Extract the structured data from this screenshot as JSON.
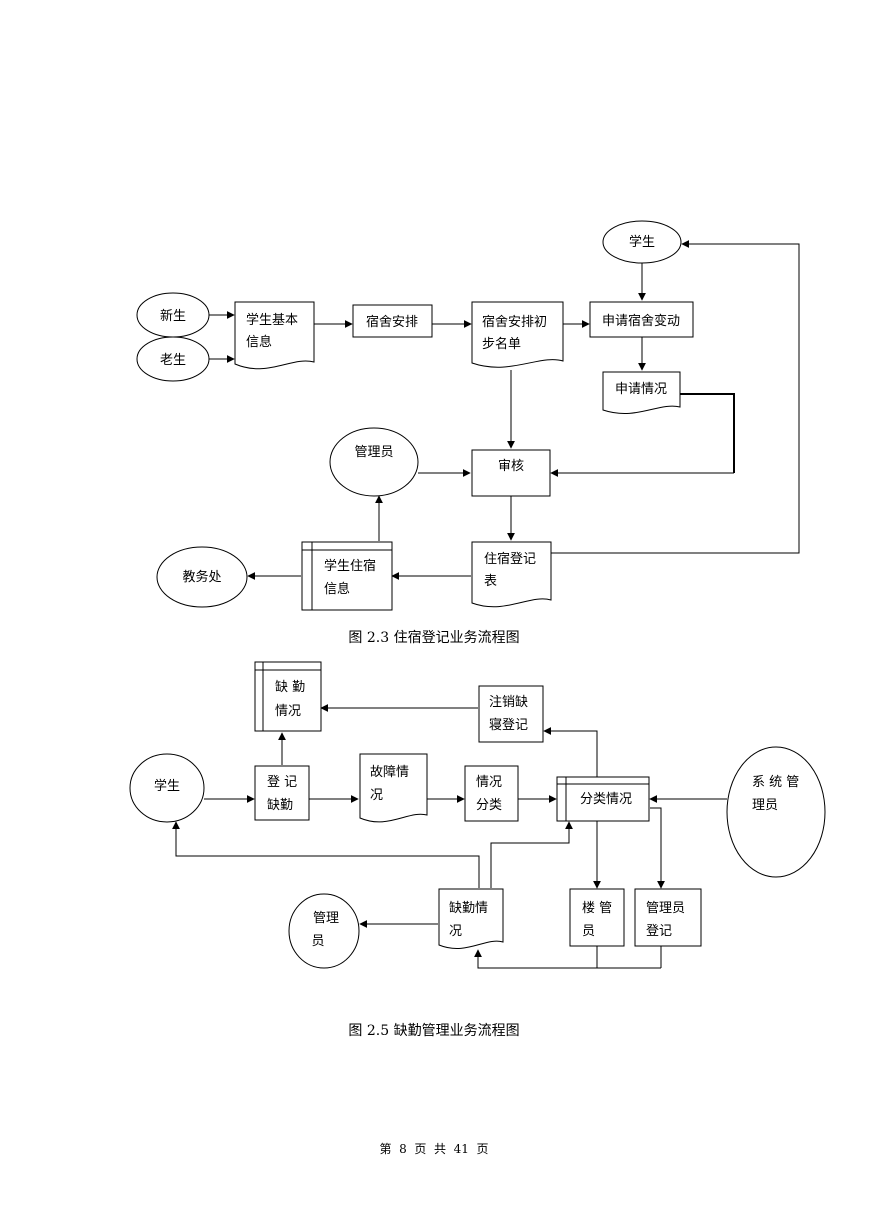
{
  "figure1": {
    "caption": "图 2.3 住宿登记业务流程图",
    "nodes": {
      "student_top": "学生",
      "new_student": "新生",
      "old_student": "老生",
      "student_info": [
        "学生基本",
        "信息"
      ],
      "dorm_arrange": "宿舍安排",
      "dorm_prelist": [
        "宿舍安排初",
        "步名单"
      ],
      "apply_change": "申请宿舍变动",
      "apply_status": "申请情况",
      "admin": "管理员",
      "review": "审核",
      "stay_register": [
        "住宿登记",
        "表"
      ],
      "student_stay_info": [
        "学生住宿",
        "信息"
      ],
      "academic_office": "教务处"
    }
  },
  "figure2": {
    "caption": "图 2.5 缺勤管理业务流程图",
    "nodes": {
      "absence_status_store": [
        "缺  勤",
        "情况"
      ],
      "cancel_absence": [
        "注销缺",
        "寝登记"
      ],
      "student": "学生",
      "register_absence": [
        "登  记",
        "缺勤"
      ],
      "fault_status": [
        "故障情",
        "况"
      ],
      "classify": [
        "情况",
        "分类"
      ],
      "classified_status": "分类情况",
      "sys_admin": [
        "系 统 管",
        "理员"
      ],
      "admin": [
        "管理",
        "员"
      ],
      "absence_doc": [
        "缺勤情",
        "况"
      ],
      "building_admin": [
        "楼 管",
        "员"
      ],
      "admin_register": [
        "管理员",
        "登记"
      ]
    }
  },
  "footer": "第  8  页  共  41  页"
}
